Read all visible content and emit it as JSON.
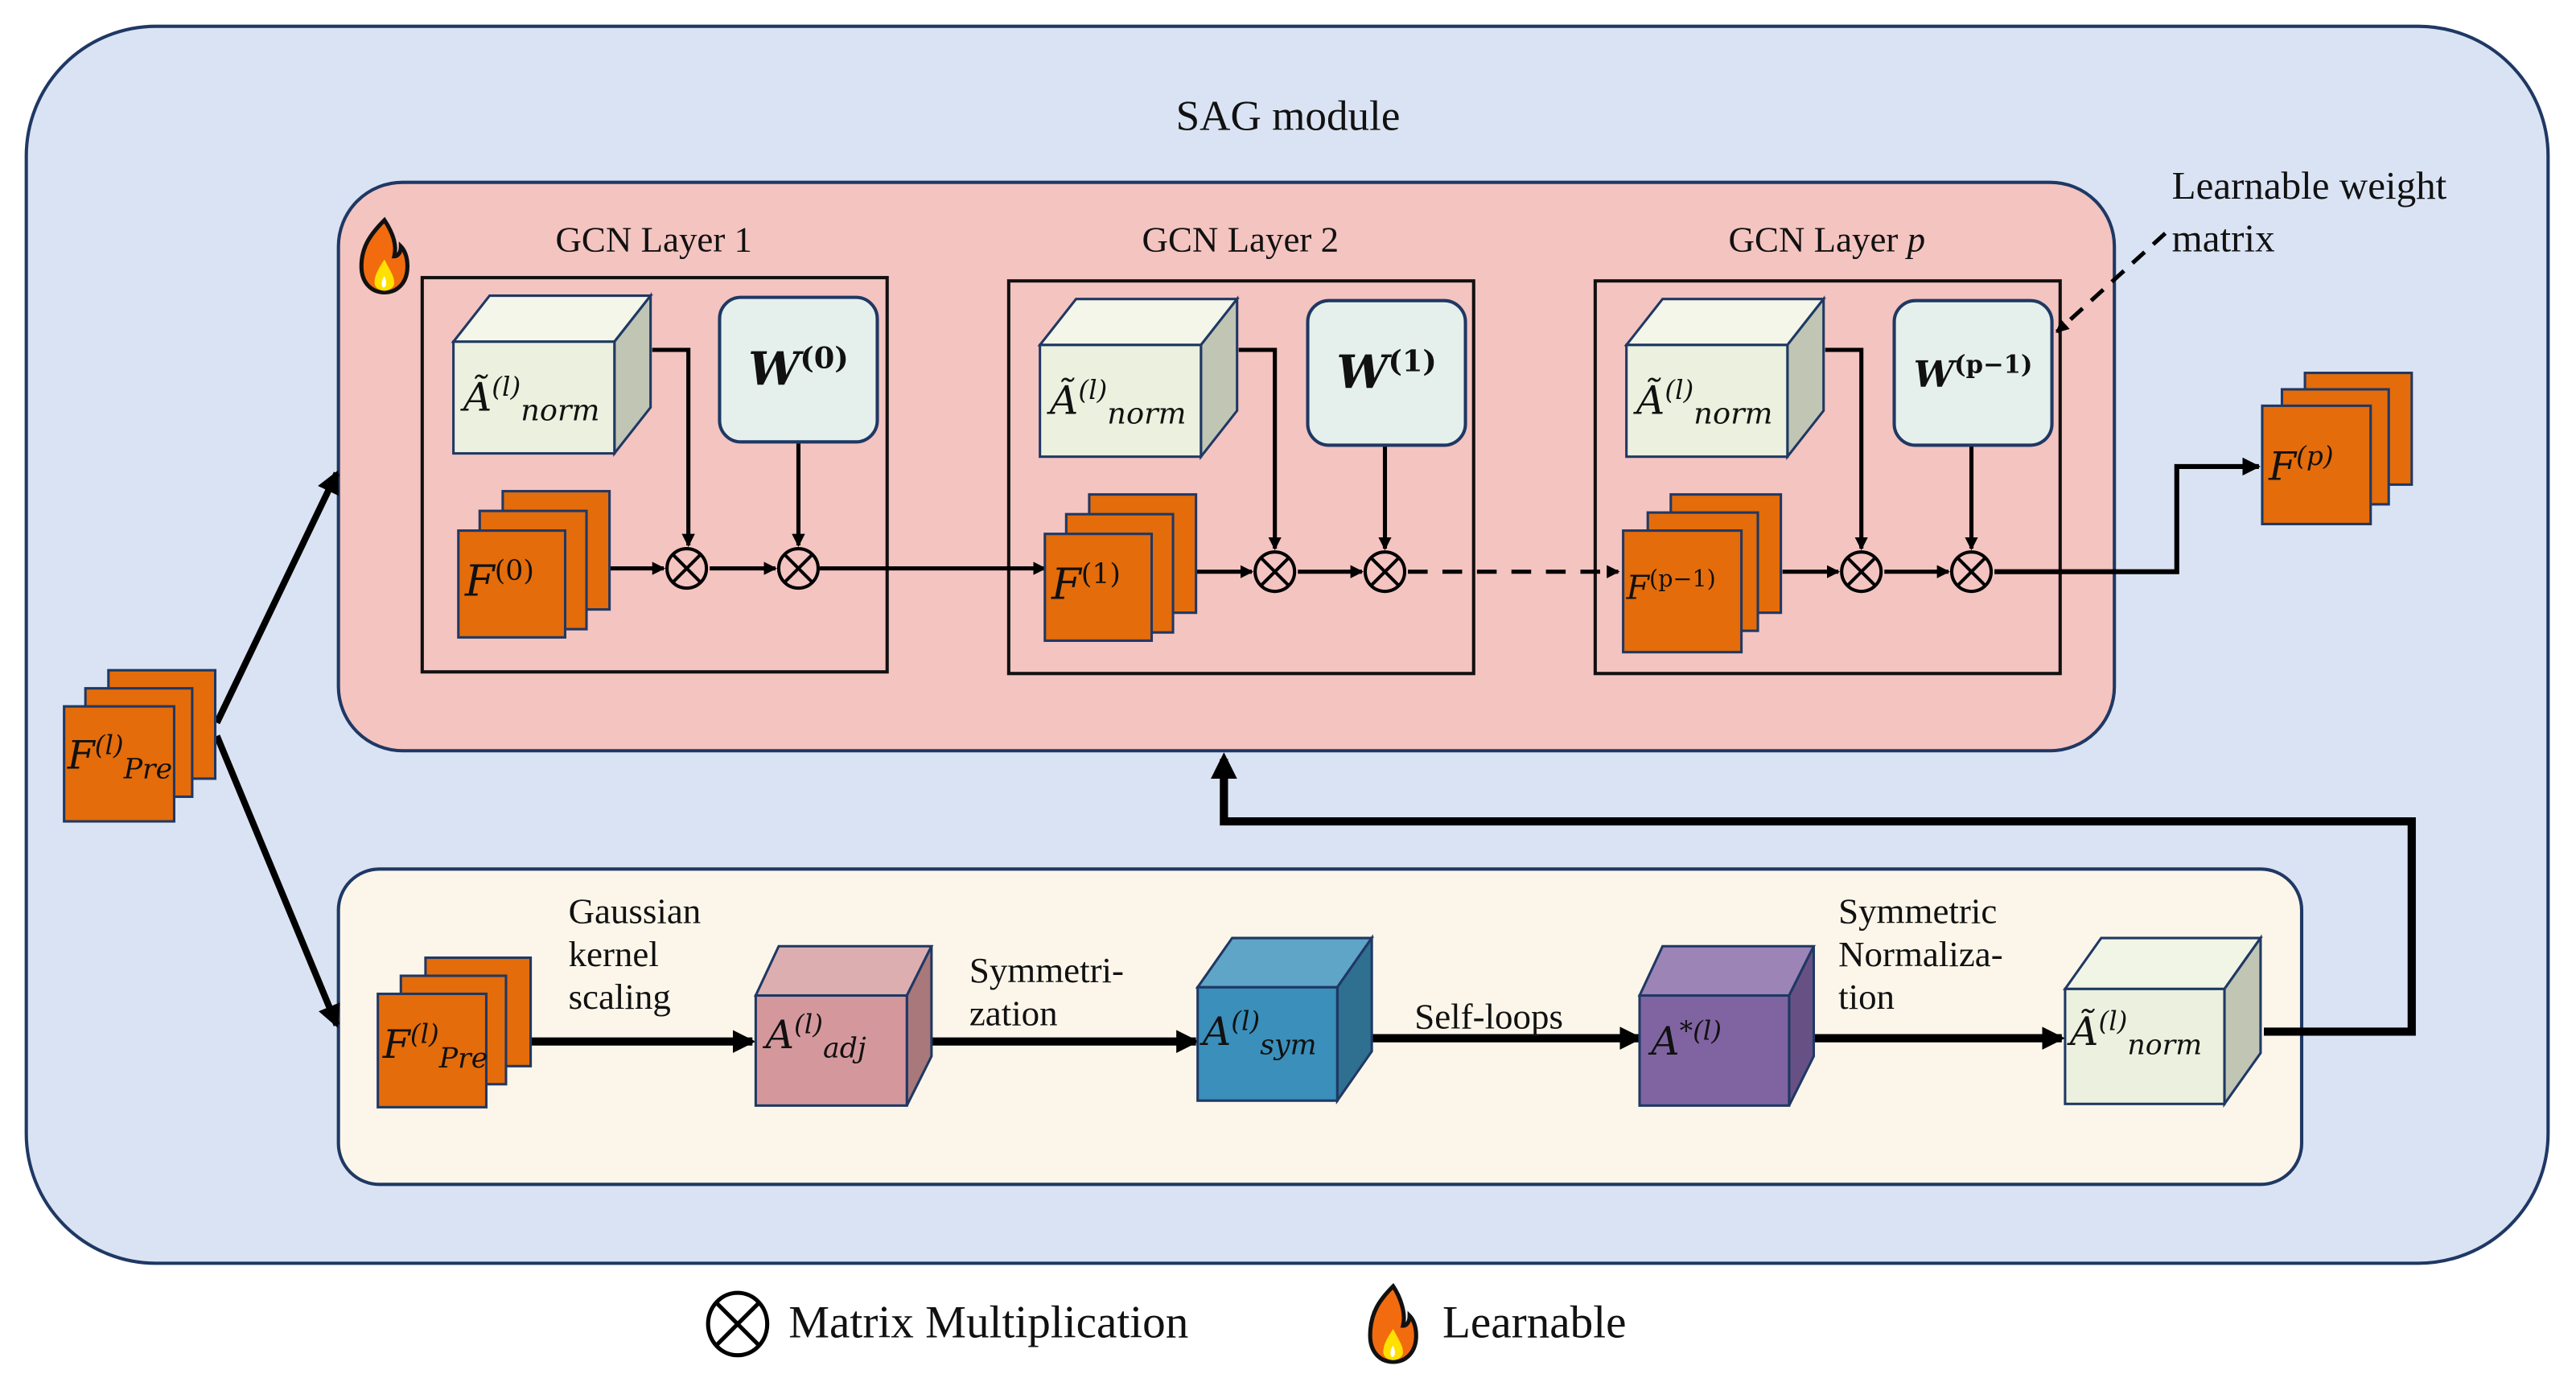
{
  "module_title": "SAG module",
  "gcn_layers": [
    {
      "title": "GCN Layer 1",
      "adj_label": "Ã",
      "adj_sup": "(l)",
      "adj_sub": "norm",
      "weight_label": "W",
      "weight_sup": "(0)",
      "feature_label": "F",
      "feature_sup": "(0)"
    },
    {
      "title": "GCN Layer 2",
      "adj_label": "Ã",
      "adj_sup": "(l)",
      "adj_sub": "norm",
      "weight_label": "W",
      "weight_sup": "(1)",
      "feature_label": "F",
      "feature_sup": "(1)"
    },
    {
      "title_prefix": "GCN Layer ",
      "title_var": "p",
      "adj_label": "Ã",
      "adj_sup": "(l)",
      "adj_sub": "norm",
      "weight_label": "W",
      "weight_sup": "(p−1)",
      "feature_label": "F",
      "feature_sup": "(p−1)"
    }
  ],
  "annotation": {
    "line1": "Learnable weight",
    "line2": "matrix"
  },
  "input": {
    "label": "F",
    "sup": "(l)",
    "sub": "Pre"
  },
  "output": {
    "label": "F",
    "sup": "(p)"
  },
  "pipeline": {
    "input": {
      "label": "F",
      "sup": "(l)",
      "sub": "Pre"
    },
    "steps": [
      {
        "lines": [
          "Gaussian",
          "kernel",
          "scaling"
        ]
      },
      {
        "lines": [
          "Symmetri-",
          "zation"
        ]
      },
      {
        "lines": [
          "Self-loops"
        ]
      },
      {
        "lines": [
          "Symmetric",
          "Normaliza-",
          "tion"
        ]
      }
    ],
    "nodes": [
      {
        "label": "A",
        "sup": "(l)",
        "sub": "adj",
        "color": "#d4989c"
      },
      {
        "label": "A",
        "sup": "(l)",
        "sub": "sym",
        "color": "#3a8fbb"
      },
      {
        "label": "A",
        "sup": "*(l)",
        "sub": "",
        "color": "#8064a2"
      },
      {
        "label": "Ã",
        "sup": "(l)",
        "sub": "norm",
        "color": "#ebf1de"
      }
    ]
  },
  "legend": {
    "items": [
      {
        "icon": "otimes-icon",
        "label": "Matrix Multiplication"
      },
      {
        "icon": "flame-icon",
        "label": "Learnable"
      }
    ]
  },
  "colors": {
    "outer_bg": "#dae3f3",
    "gcn_bg": "#f4c4c0",
    "pre_bg": "#fcf6ea",
    "feature_orange": "#e46c0a",
    "border_navy": "#1f3864"
  }
}
